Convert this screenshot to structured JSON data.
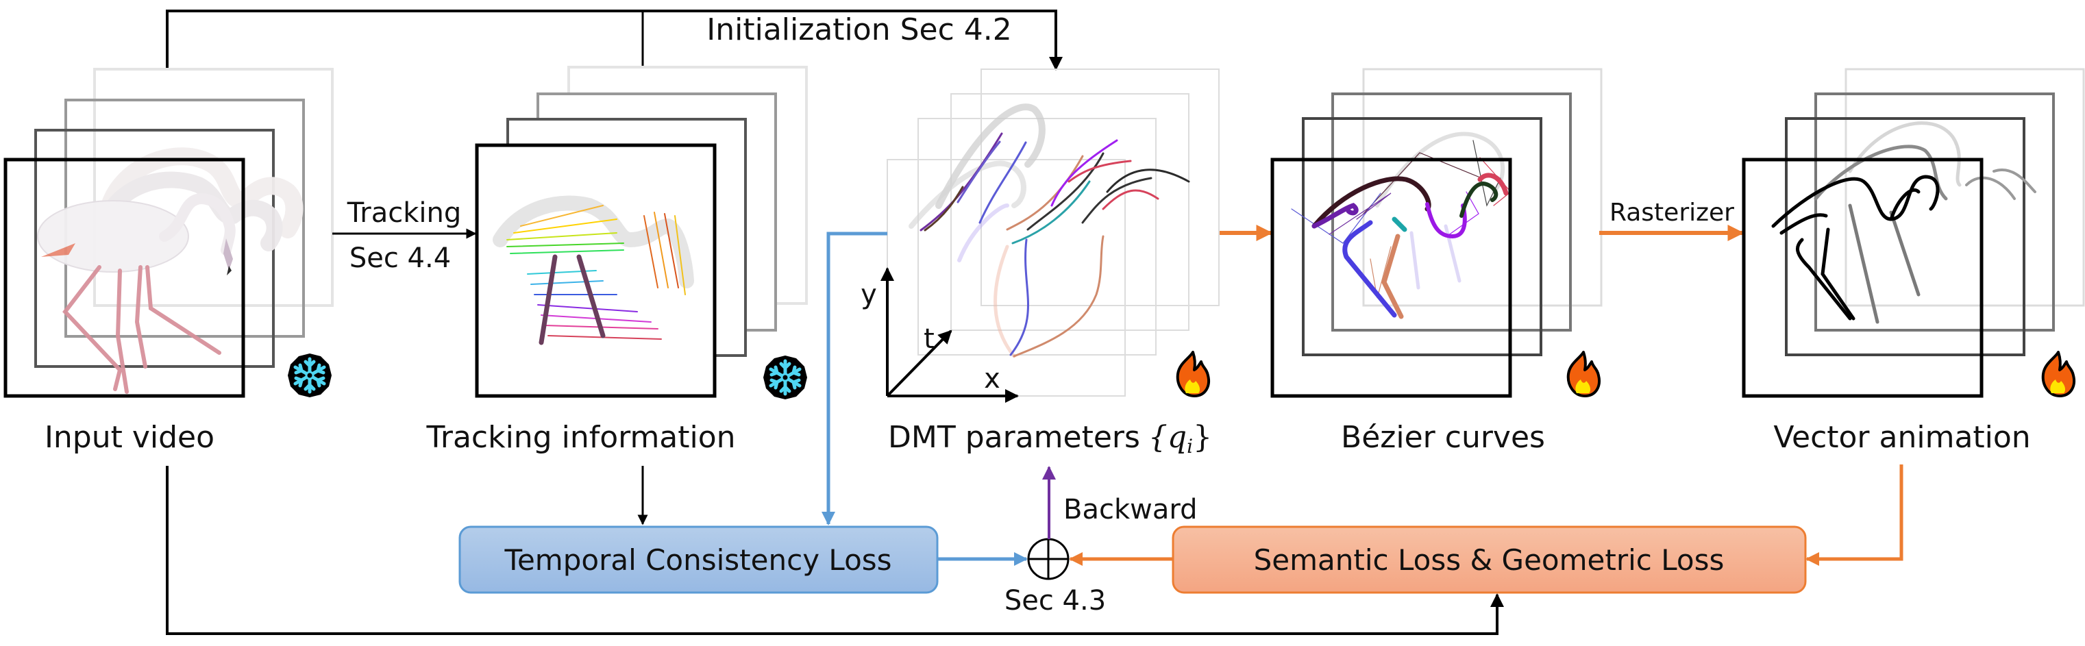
{
  "title": "Vector animation pipeline overview",
  "colors": {
    "black": "#000000",
    "blue": "#5b9bd5",
    "blue_fill_top": "#b4cdea",
    "blue_fill_bottom": "#97b9e3",
    "orange": "#ed7d31",
    "orange_fill_top": "#f7c0a4",
    "orange_fill_bottom": "#f4a582",
    "purple": "#7030a0",
    "snowflake": "#4fd6f2",
    "fire": "#f2600c"
  },
  "top_connector": {
    "label": "Initialization Sec 4.2"
  },
  "stages": [
    {
      "id": "input",
      "label": "Input video",
      "status_icon": "snowflake-icon",
      "status": "frozen"
    },
    {
      "id": "tracking",
      "label": "Tracking information",
      "status_icon": "snowflake-icon",
      "status": "frozen"
    },
    {
      "id": "dmt",
      "label": "DMT parameters",
      "label_math": "{q",
      "label_sub": "i",
      "label_close": "}",
      "status_icon": "fire-icon",
      "status": "trainable",
      "axes": {
        "x": "x",
        "y": "y",
        "t": "t"
      }
    },
    {
      "id": "bezier",
      "label": "Bézier curves",
      "status_icon": "fire-icon",
      "status": "trainable"
    },
    {
      "id": "vector",
      "label": "Vector animation",
      "status_icon": "fire-icon",
      "status": "trainable"
    }
  ],
  "edges": {
    "tracking_top": "Tracking",
    "tracking_bottom": "Sec 4.4",
    "rasterizer": "Rasterizer",
    "backward": "Backward",
    "sum_label": "Sec 4.3",
    "sum_symbol": "⊕"
  },
  "losses": {
    "temporal": "Temporal Consistency Loss",
    "semantic": "Semantic Loss & Geometric Loss"
  }
}
